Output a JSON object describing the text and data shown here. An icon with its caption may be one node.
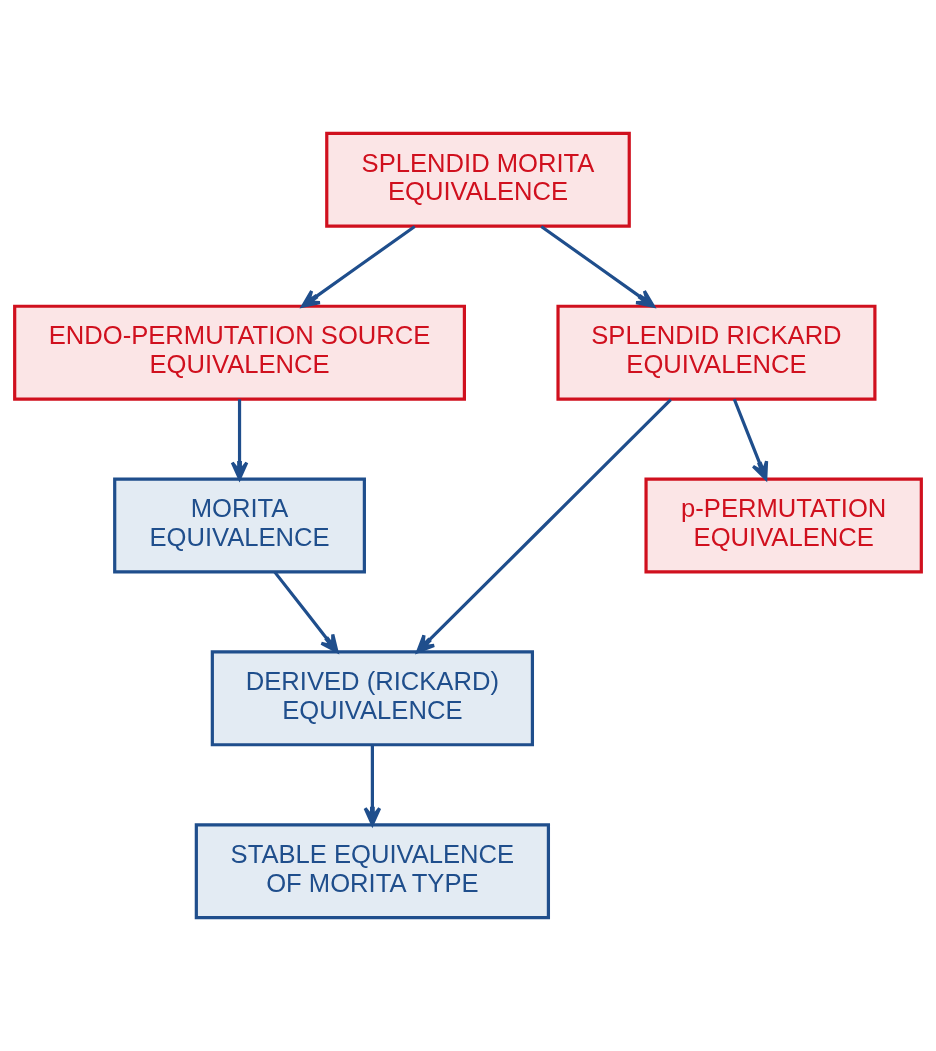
{
  "diagram": {
    "nodes": [
      {
        "text": [
          "SPLENDID MORITA EQUIVALENCE"
        ]
      },
      {
        "text": [
          "ENDO-PERMUTATION SOURCE EQUIVALENCE"
        ]
      },
      {
        "text": [
          "SPLENDID RICKARD EQUIVALENCE"
        ]
      },
      {
        "text": [
          "MORITA EQUIVALENCE"
        ]
      },
      {
        "text": [
          "DERIVED (RICKARD) EQUIVALENCE"
        ]
      },
      {
        "text": [
          "p-PERMUTATION EQUIVALENCE"
        ]
      },
      {
        "text": [
          "STABLE EQUIVALENCE OF MORITA TYPE"
        ]
      }
    ],
    "edges": [
      {
        "from": 0,
        "to": 1,
        "arrow": "to"
      },
      {
        "from": 0,
        "to": 2,
        "arrow": "to"
      },
      {
        "from": 1,
        "to": 3,
        "arrow": "to"
      },
      {
        "from": 2,
        "to": 4,
        "arrow": "to"
      },
      {
        "from": 2,
        "to": 5,
        "arrow": "to"
      },
      {
        "from": 3,
        "to": 4,
        "arrow": "to"
      },
      {
        "from": 4,
        "to": 6,
        "arrow": "to"
      }
    ]
  }
}
